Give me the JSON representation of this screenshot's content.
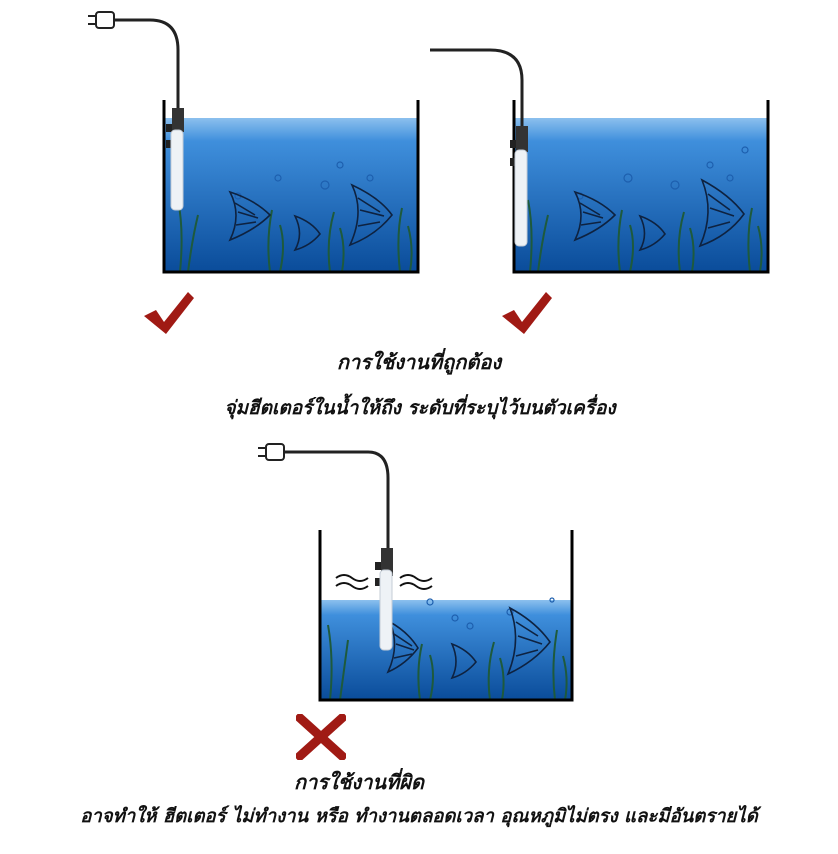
{
  "correct": {
    "title": "การใช้งานที่ถูกต้อง",
    "detail": "จุ่มฮีตเตอร์ในน้ำให้ถึง ระดับที่ระบุไว้บนตัวเครื่อง"
  },
  "wrong": {
    "title": "การใช้งานที่ผิด",
    "detail": "อาจทำให้ ฮีตเตอร์ ไม่ทำงาน หรือ ทำงานตลอดเวลา อุณหภูมิไม่ตรง และมีอันตรายได้"
  },
  "colors": {
    "water_top": "#7fb6e8",
    "water_bottom": "#0b4f9e",
    "check": "#a01a14",
    "cross": "#a01a14",
    "plant": "#1e5a3c"
  },
  "icons": {
    "correct_mark": "check-icon",
    "wrong_mark": "cross-icon"
  }
}
